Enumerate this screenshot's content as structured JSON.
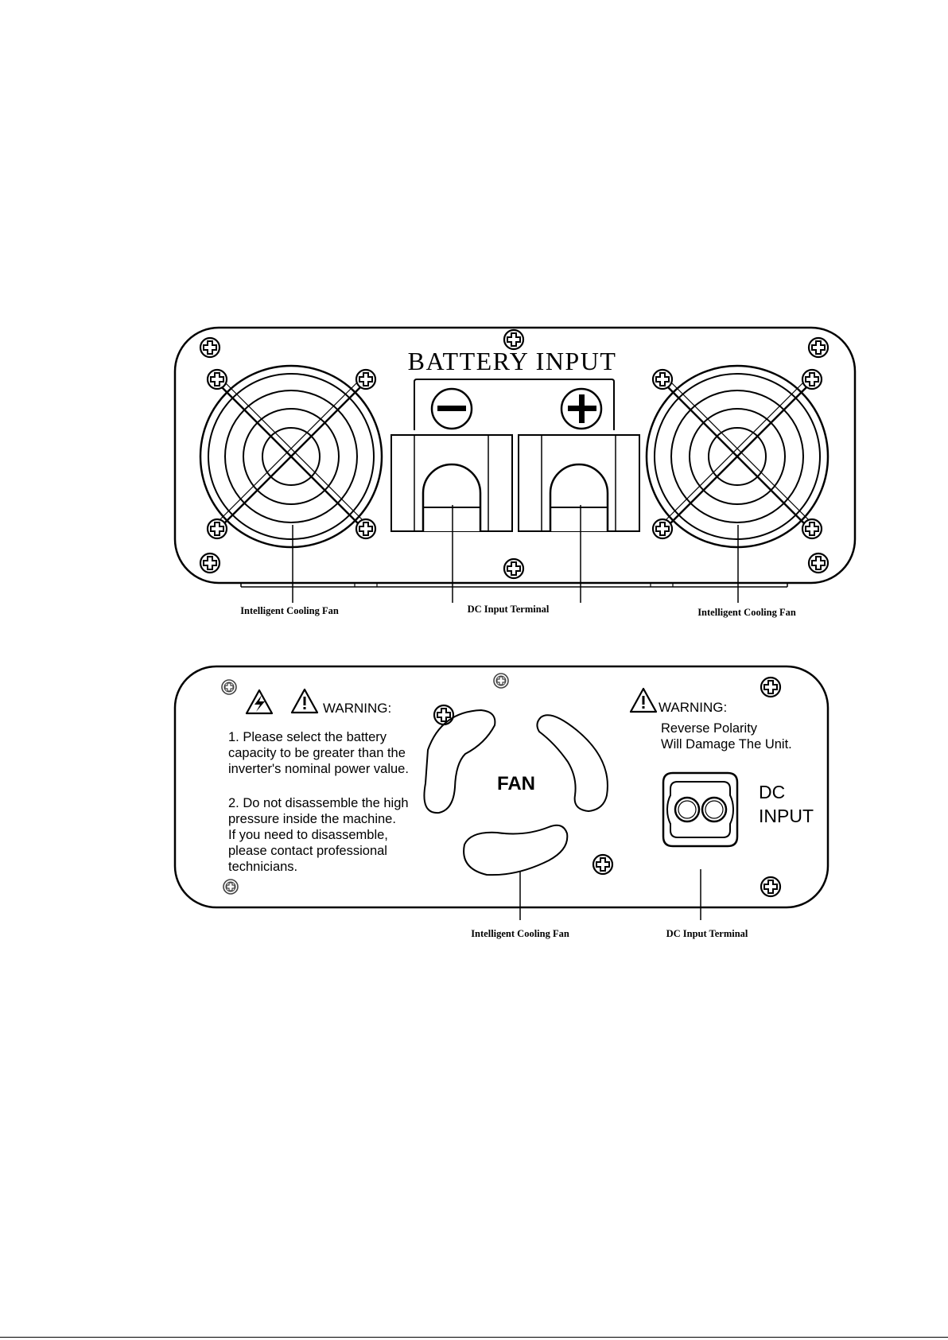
{
  "top_panel": {
    "title": "BATTERY INPUT",
    "minus_symbol": "−",
    "plus_symbol": "+",
    "labels": {
      "fan_left": "Intelligent Cooling Fan",
      "dc_terminal": "DC Input Terminal",
      "fan_right": "Intelligent Cooling Fan"
    }
  },
  "bottom_panel": {
    "warning_left": {
      "heading": "WARNING:",
      "lines": [
        "1. Please select the battery",
        "capacity to be greater than the",
        "inverter's nominal power value.",
        "2. Do not disassemble the high",
        "pressure inside the machine.",
        "If you need to disassemble,",
        "please contact professional",
        "technicians."
      ]
    },
    "fan_label": "FAN",
    "warning_right": {
      "heading": "WARNING:",
      "line1": "Reverse Polarity",
      "line2": "Will Damage The Unit."
    },
    "dc_input": {
      "line1": "DC",
      "line2": "INPUT"
    },
    "labels": {
      "fan": "Intelligent Cooling Fan",
      "dc_terminal": "DC Input Terminal"
    }
  },
  "icons": {
    "screw": "screw-icon",
    "warning": "warning-triangle-icon",
    "electric": "high-voltage-icon"
  }
}
